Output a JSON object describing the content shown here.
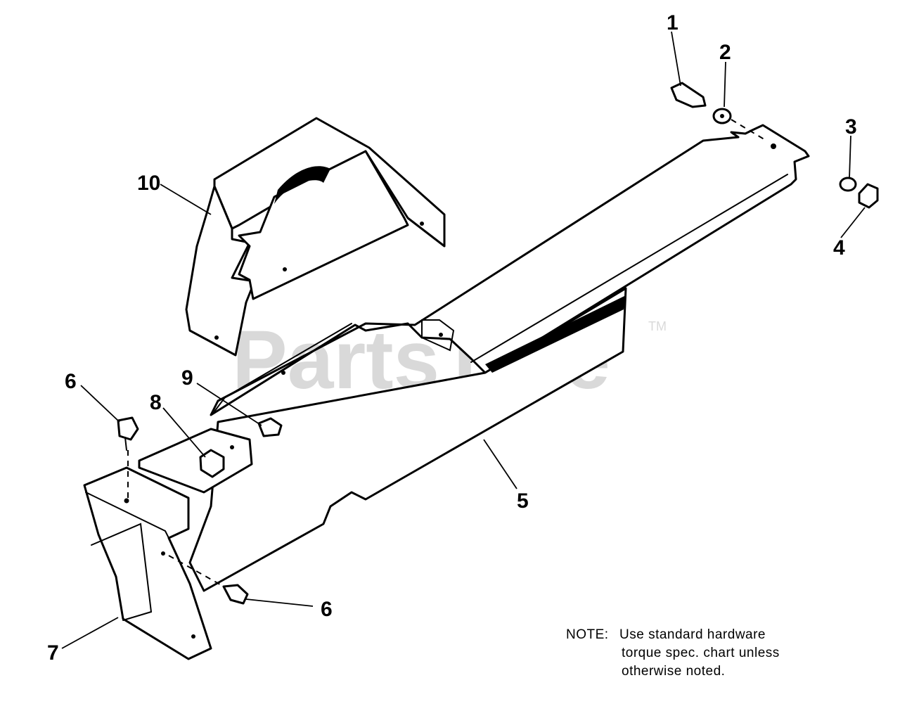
{
  "watermark": {
    "text": "PartsTree",
    "trademark": "TM"
  },
  "callouts": [
    "1",
    "2",
    "3",
    "4",
    "5",
    "6",
    "7",
    "8",
    "9",
    "10",
    "6"
  ],
  "note": {
    "label": "NOTE:",
    "line1": "Use standard hardware",
    "line2": "torque spec. chart unless",
    "line3": "otherwise noted."
  }
}
